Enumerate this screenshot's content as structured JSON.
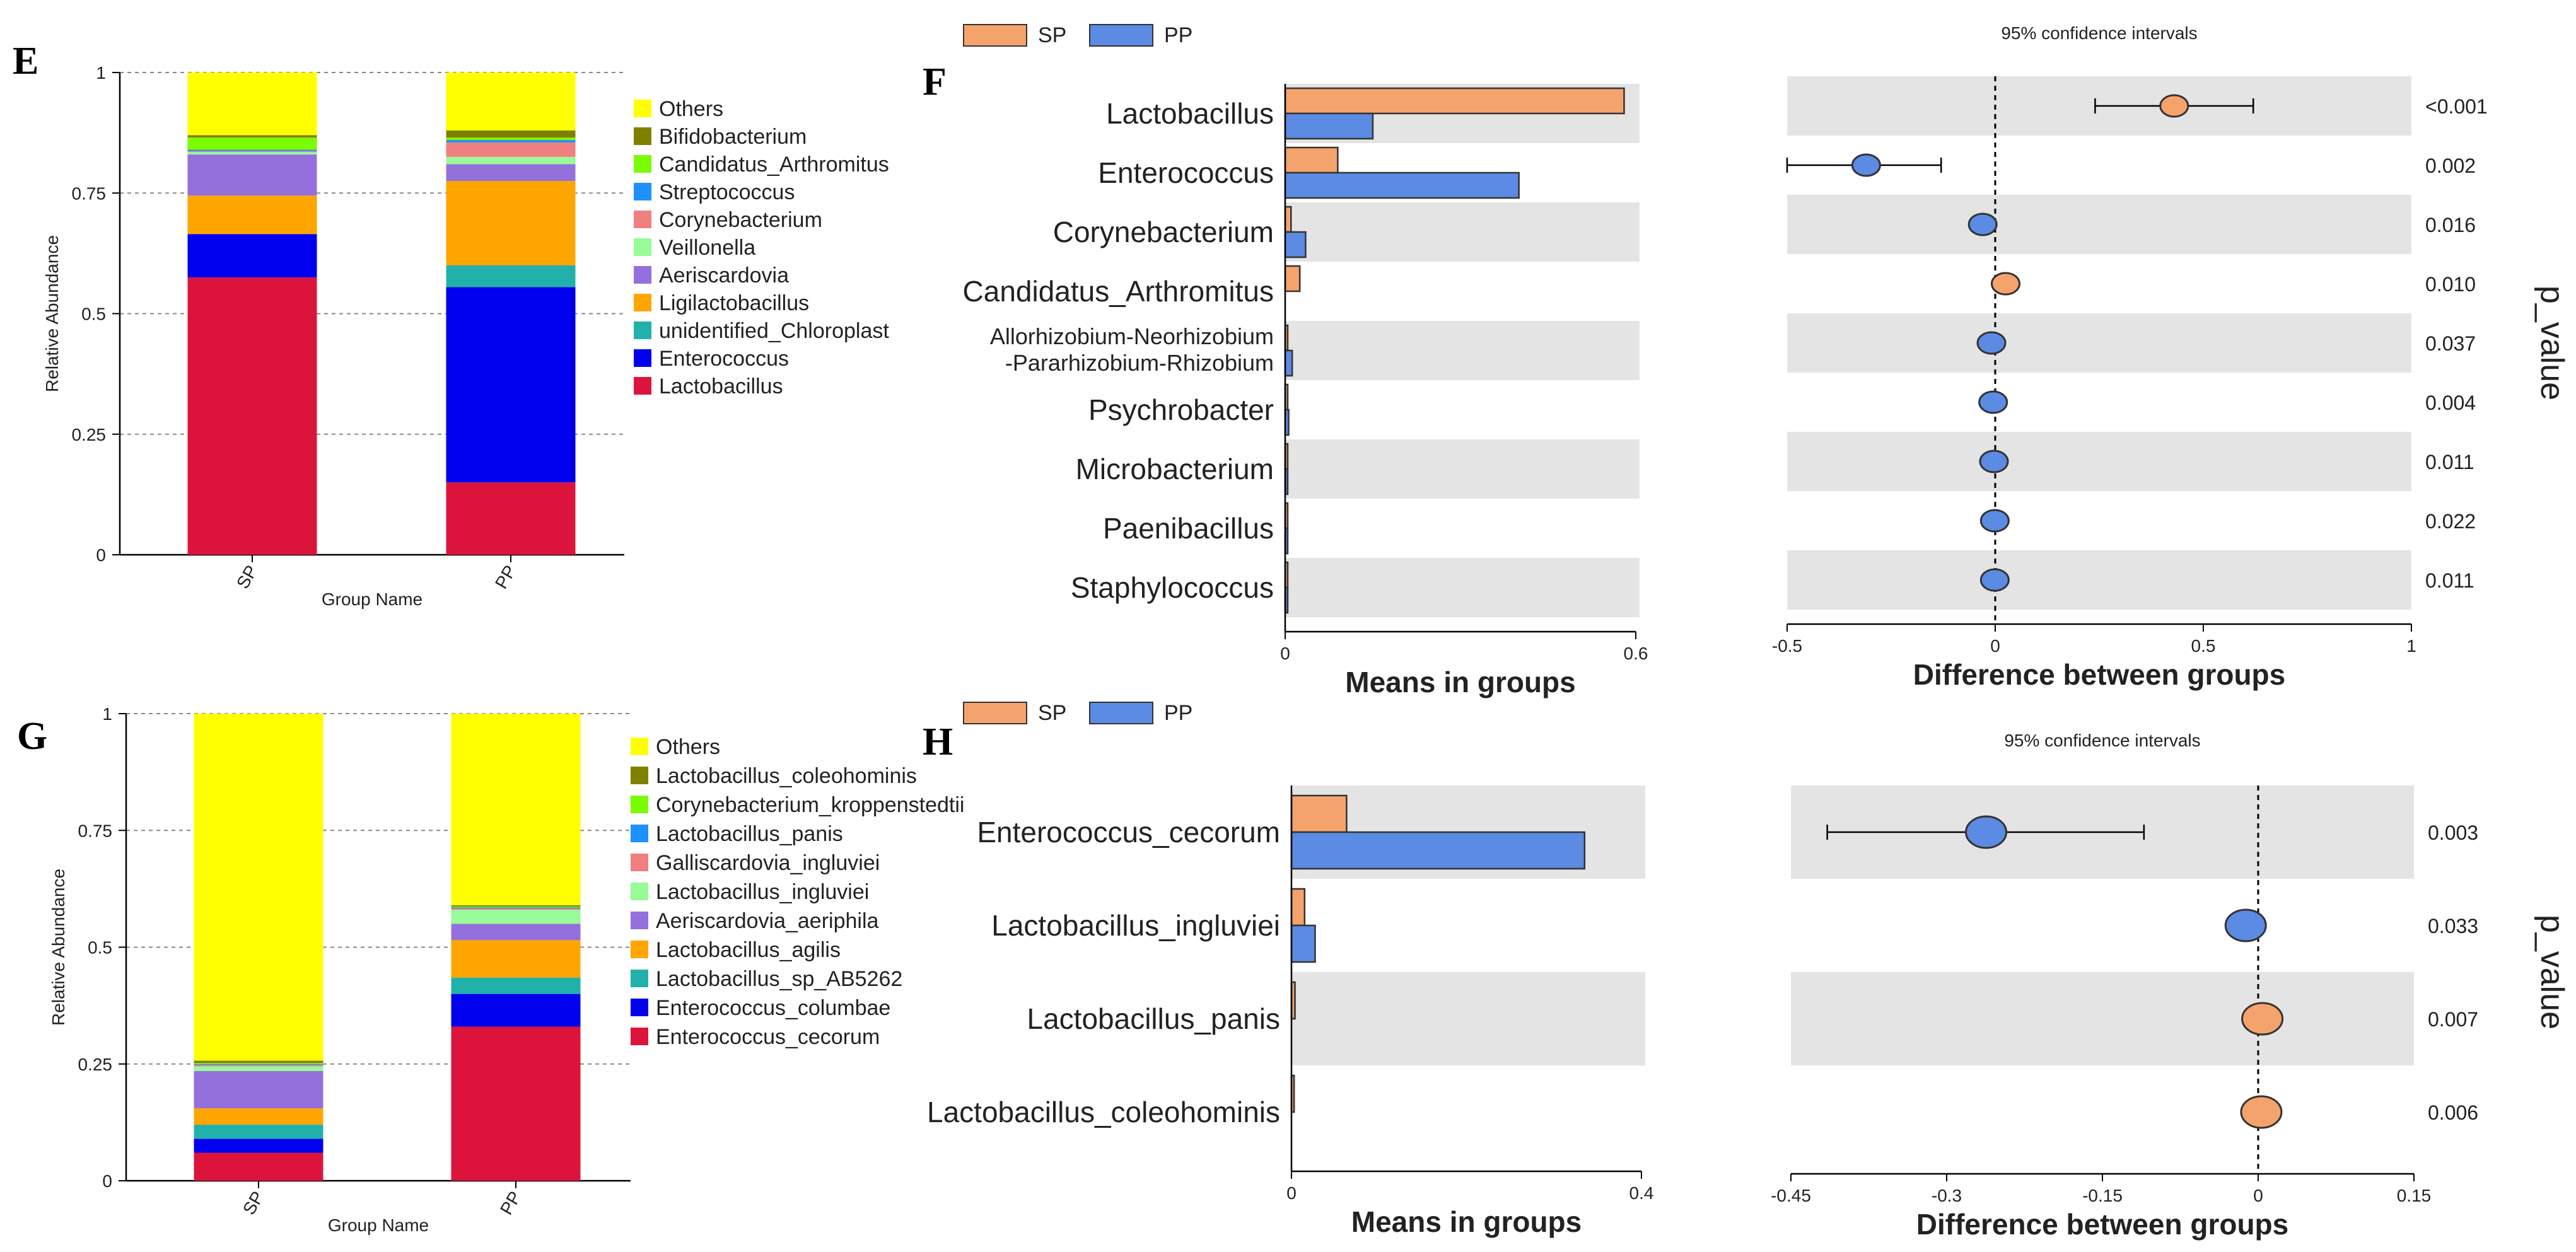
{
  "colors": {
    "sp": "#F5A36C",
    "pp": "#5B8BE3",
    "band": "#E4E4E4"
  },
  "panels": {
    "E": {
      "letter": "E"
    },
    "F": {
      "letter": "F"
    },
    "G": {
      "letter": "G"
    },
    "H": {
      "letter": "H"
    }
  },
  "chart_data": [
    {
      "id": "E",
      "type": "bar",
      "stacked": true,
      "categories": [
        "SP",
        "PP"
      ],
      "xlabel": "Group Name",
      "ylabel": "Relative Abundance",
      "ylim": [
        0,
        1
      ],
      "yticks": [
        "0",
        "0.25",
        "0.5",
        "0.75",
        "1"
      ],
      "grid": true,
      "legend_position": "right",
      "series": [
        {
          "name": "Lactobacillus",
          "color": "#DC143C",
          "values": [
            0.575,
            0.15
          ]
        },
        {
          "name": "Enterococcus",
          "color": "#0000EE",
          "values": [
            0.09,
            0.405
          ]
        },
        {
          "name": "unidentified_Chloroplast",
          "color": "#20B2AA",
          "values": [
            0.0,
            0.045
          ]
        },
        {
          "name": "Ligilactobacillus",
          "color": "#FFA500",
          "values": [
            0.08,
            0.175
          ]
        },
        {
          "name": "Aeriscardovia",
          "color": "#9370DB",
          "values": [
            0.085,
            0.035
          ]
        },
        {
          "name": "Veillonella",
          "color": "#98FB98",
          "values": [
            0.005,
            0.015
          ]
        },
        {
          "name": "Corynebacterium",
          "color": "#F08080",
          "values": [
            0.002,
            0.03
          ]
        },
        {
          "name": "Streptococcus",
          "color": "#1E90FF",
          "values": [
            0.003,
            0.005
          ]
        },
        {
          "name": "Candidatus_Arthromitus",
          "color": "#7CFC00",
          "values": [
            0.025,
            0.005
          ]
        },
        {
          "name": "Bifidobacterium",
          "color": "#808000",
          "values": [
            0.005,
            0.015
          ]
        },
        {
          "name": "Others",
          "color": "#FFFF00",
          "values": [
            0.13,
            0.12
          ]
        }
      ]
    },
    {
      "id": "F",
      "type": "bar",
      "orientation": "horizontal",
      "legend": [
        "SP",
        "PP"
      ],
      "xlabel": "Means in groups",
      "xlim": [
        0,
        0.6
      ],
      "xticks": [
        "0",
        "0.6"
      ],
      "categories": [
        "Lactobacillus",
        "Enterococcus",
        "Corynebacterium",
        "Candidatus_Arthromitus",
        "Allorhizobium-Neorhizobium\n-Pararhizobium-Rhizobium",
        "Psychrobacter",
        "Microbacterium",
        "Paenibacillus",
        "Staphylococcus"
      ],
      "category_lines": [
        [
          "Lactobacillus"
        ],
        [
          "Enterococcus"
        ],
        [
          "Corynebacterium"
        ],
        [
          "Candidatus_Arthromitus"
        ],
        [
          "Allorhizobium-Neorhizobium",
          "-Pararhizobium-Rhizobium"
        ],
        [
          "Psychrobacter"
        ],
        [
          "Microbacterium"
        ],
        [
          "Paenibacillus"
        ],
        [
          "Staphylococcus"
        ]
      ],
      "series": [
        {
          "name": "SP",
          "values": [
            0.58,
            0.09,
            0.01,
            0.025,
            0.003,
            0.001,
            0.001,
            0.001,
            0.001
          ]
        },
        {
          "name": "PP",
          "values": [
            0.15,
            0.4,
            0.035,
            0.0,
            0.012,
            0.006,
            0.003,
            0.002,
            0.002
          ]
        }
      ]
    },
    {
      "id": "F-diff",
      "type": "scatter",
      "title": "95% confidence intervals",
      "xlabel": "Difference between groups",
      "xlim": [
        -0.5,
        1
      ],
      "xticks": [
        "-0.5",
        "0",
        "0.5",
        "1"
      ],
      "right_label": "p_value",
      "points": [
        {
          "category": "Lactobacillus",
          "diff": 0.43,
          "low": 0.24,
          "high": 0.62,
          "group": "SP",
          "p": "<0.001"
        },
        {
          "category": "Enterococcus",
          "diff": -0.31,
          "low": -0.5,
          "high": -0.13,
          "group": "PP",
          "p": "0.002"
        },
        {
          "category": "Corynebacterium",
          "diff": -0.03,
          "low": -0.04,
          "high": -0.01,
          "group": "PP",
          "p": "0.016"
        },
        {
          "category": "Candidatus_Arthromitus",
          "diff": 0.025,
          "low": 0.01,
          "high": 0.04,
          "group": "SP",
          "p": "0.010"
        },
        {
          "category": "Allorhizobium-Neorhizobium-Pararhizobium-Rhizobium",
          "diff": -0.009,
          "low": -0.015,
          "high": -0.002,
          "group": "PP",
          "p": "0.037"
        },
        {
          "category": "Psychrobacter",
          "diff": -0.005,
          "low": -0.01,
          "high": 0.0,
          "group": "PP",
          "p": "0.004"
        },
        {
          "category": "Microbacterium",
          "diff": -0.003,
          "low": -0.007,
          "high": 0.0,
          "group": "PP",
          "p": "0.011"
        },
        {
          "category": "Paenibacillus",
          "diff": -0.001,
          "low": -0.004,
          "high": 0.0,
          "group": "PP",
          "p": "0.022"
        },
        {
          "category": "Staphylococcus",
          "diff": -0.001,
          "low": -0.004,
          "high": 0.0,
          "group": "PP",
          "p": "0.011"
        }
      ]
    },
    {
      "id": "G",
      "type": "bar",
      "stacked": true,
      "categories": [
        "SP",
        "PP"
      ],
      "xlabel": "Group Name",
      "ylabel": "Relative Abundance",
      "ylim": [
        0,
        1
      ],
      "yticks": [
        "0",
        "0.25",
        "0.5",
        "0.75",
        "1"
      ],
      "grid": true,
      "legend_position": "right",
      "series": [
        {
          "name": "Enterococcus_cecorum",
          "color": "#DC143C",
          "values": [
            0.06,
            0.33
          ]
        },
        {
          "name": "Enterococcus_columbae",
          "color": "#0000EE",
          "values": [
            0.03,
            0.07
          ]
        },
        {
          "name": "Lactobacillus_sp_AB5262",
          "color": "#20B2AA",
          "values": [
            0.03,
            0.035
          ]
        },
        {
          "name": "Lactobacillus_agilis",
          "color": "#FFA500",
          "values": [
            0.035,
            0.08
          ]
        },
        {
          "name": "Aeriscardovia_aeriphila",
          "color": "#9370DB",
          "values": [
            0.08,
            0.035
          ]
        },
        {
          "name": "Lactobacillus_ingluviei",
          "color": "#98FB98",
          "values": [
            0.01,
            0.03
          ]
        },
        {
          "name": "Galliscardovia_ingluviei",
          "color": "#F08080",
          "values": [
            0.003,
            0.003
          ]
        },
        {
          "name": "Lactobacillus_panis",
          "color": "#1E90FF",
          "values": [
            0.002,
            0.002
          ]
        },
        {
          "name": "Corynebacterium_kroppenstedtii",
          "color": "#7CFC00",
          "values": [
            0.002,
            0.002
          ]
        },
        {
          "name": "Lactobacillus_coleohominis",
          "color": "#808000",
          "values": [
            0.005,
            0.003
          ]
        },
        {
          "name": "Others",
          "color": "#FFFF00",
          "values": [
            0.743,
            0.41
          ]
        }
      ]
    },
    {
      "id": "H",
      "type": "bar",
      "orientation": "horizontal",
      "legend": [
        "SP",
        "PP"
      ],
      "xlabel": "Means in groups",
      "xlim": [
        0,
        0.4
      ],
      "xticks": [
        "0",
        "0.4"
      ],
      "categories": [
        "Enterococcus_cecorum",
        "Lactobacillus_ingluviei",
        "Lactobacillus_panis",
        "Lactobacillus_coleohominis"
      ],
      "category_lines": [
        [
          "Enterococcus_cecorum"
        ],
        [
          "Lactobacillus_ingluviei"
        ],
        [
          "Lactobacillus_panis"
        ],
        [
          "Lactobacillus_coleohominis"
        ]
      ],
      "series": [
        {
          "name": "SP",
          "values": [
            0.063,
            0.015,
            0.004,
            0.003
          ]
        },
        {
          "name": "PP",
          "values": [
            0.335,
            0.027,
            0.0,
            0.0
          ]
        }
      ]
    },
    {
      "id": "H-diff",
      "type": "scatter",
      "title": "95% confidence intervals",
      "xlabel": "Difference between groups",
      "xlim": [
        -0.45,
        0.15
      ],
      "xticks": [
        "-0.45",
        "-0.3",
        "-0.15",
        "0",
        "0.15"
      ],
      "right_label": "p_value",
      "points": [
        {
          "category": "Enterococcus_cecorum",
          "diff": -0.262,
          "low": -0.415,
          "high": -0.11,
          "group": "PP",
          "p": "0.003"
        },
        {
          "category": "Lactobacillus_ingluviei",
          "diff": -0.012,
          "low": -0.02,
          "high": 0.002,
          "group": "PP",
          "p": "0.033"
        },
        {
          "category": "Lactobacillus_panis",
          "diff": 0.004,
          "low": 0.001,
          "high": 0.009,
          "group": "SP",
          "p": "0.007"
        },
        {
          "category": "Lactobacillus_coleohominis",
          "diff": 0.003,
          "low": 0.0,
          "high": 0.007,
          "group": "SP",
          "p": "0.006"
        }
      ]
    }
  ]
}
